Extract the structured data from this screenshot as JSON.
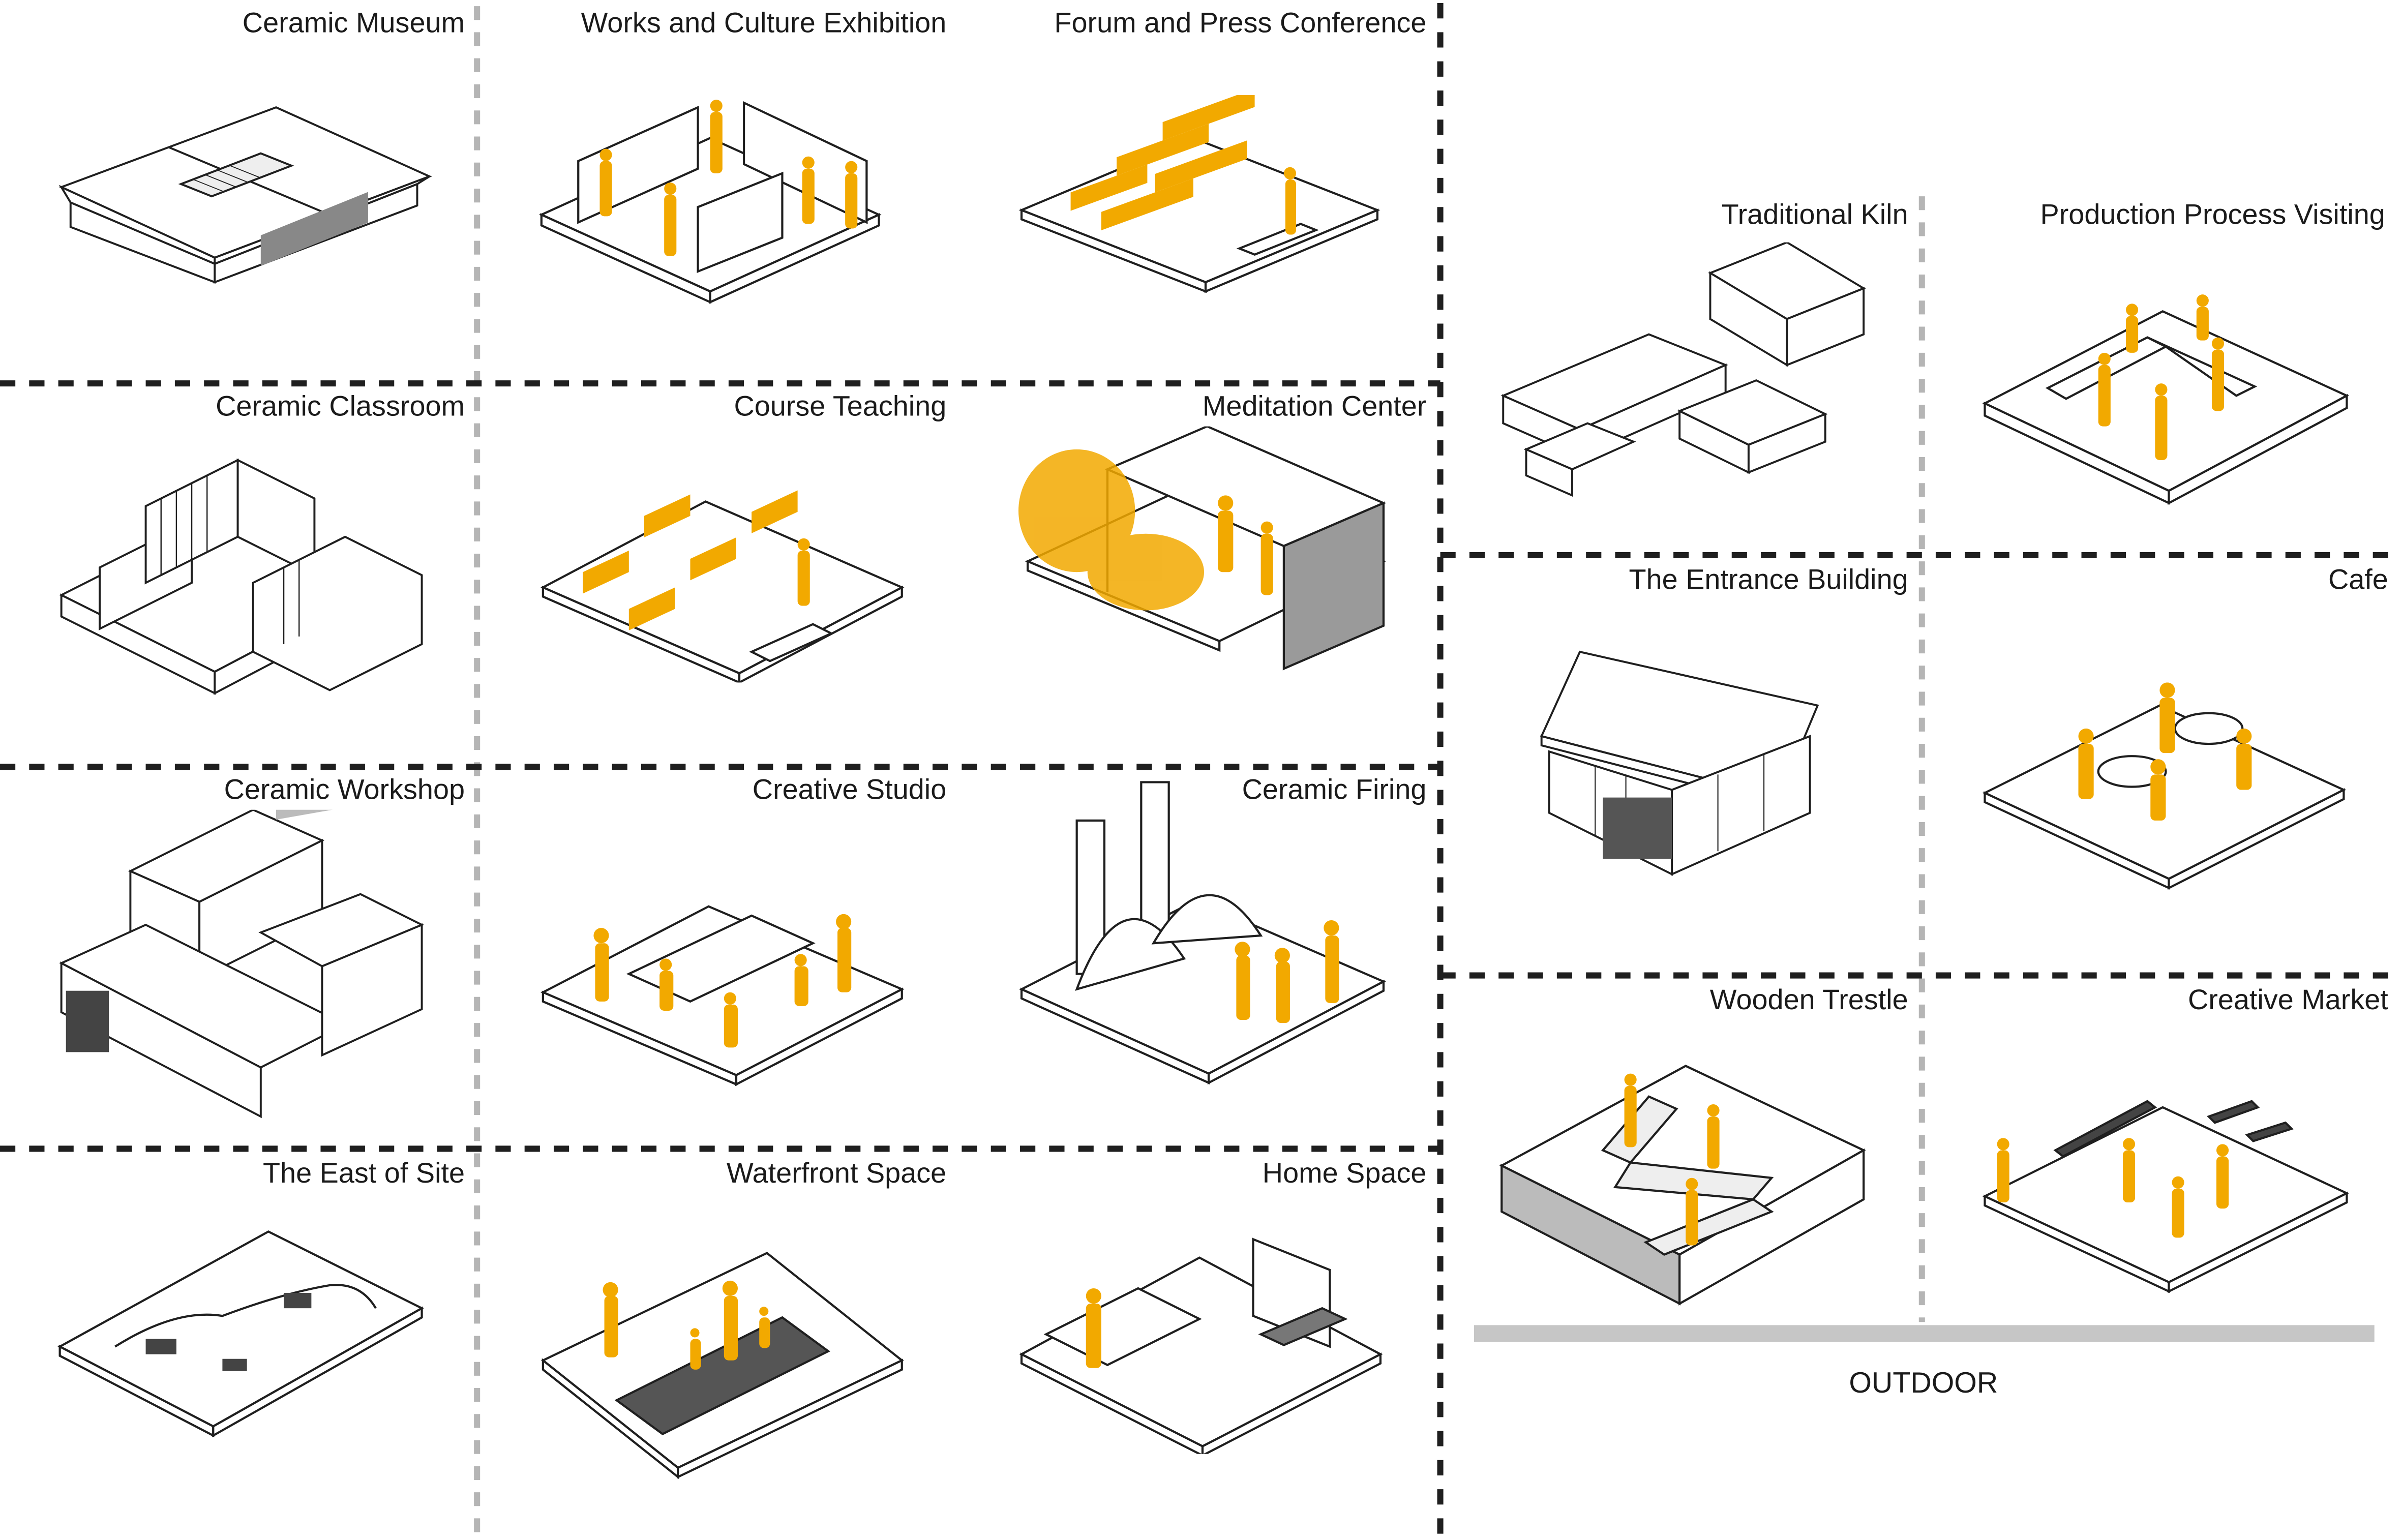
{
  "colors": {
    "figure": "#f2a900",
    "line": "#1f1f1f",
    "gray_divider": "#b5b5b5",
    "outdoor_bar": "#c6c6c6"
  },
  "labels": {
    "ceramic_museum": "Ceramic Museum",
    "works_culture_exhibition": "Works and Culture Exhibition",
    "forum_press_conference": "Forum and Press Conference",
    "traditional_kiln": "Traditional Kiln",
    "production_process_visiting": "Production Process Visiting",
    "ceramic_classroom": "Ceramic Classroom",
    "course_teaching": "Course Teaching",
    "meditation_center": "Meditation Center",
    "entrance_building": "The Entrance Building",
    "cafe": "Cafe",
    "ceramic_workshop": "Ceramic Workshop",
    "creative_studio": "Creative Studio",
    "ceramic_firing": "Ceramic Firing",
    "wooden_trestle": "Wooden Trestle",
    "creative_market": "Creative Market",
    "east_of_site": "The East of Site",
    "waterfront_space": "Waterfront Space",
    "home_space": "Home Space",
    "outdoor": "OUTDOOR"
  }
}
